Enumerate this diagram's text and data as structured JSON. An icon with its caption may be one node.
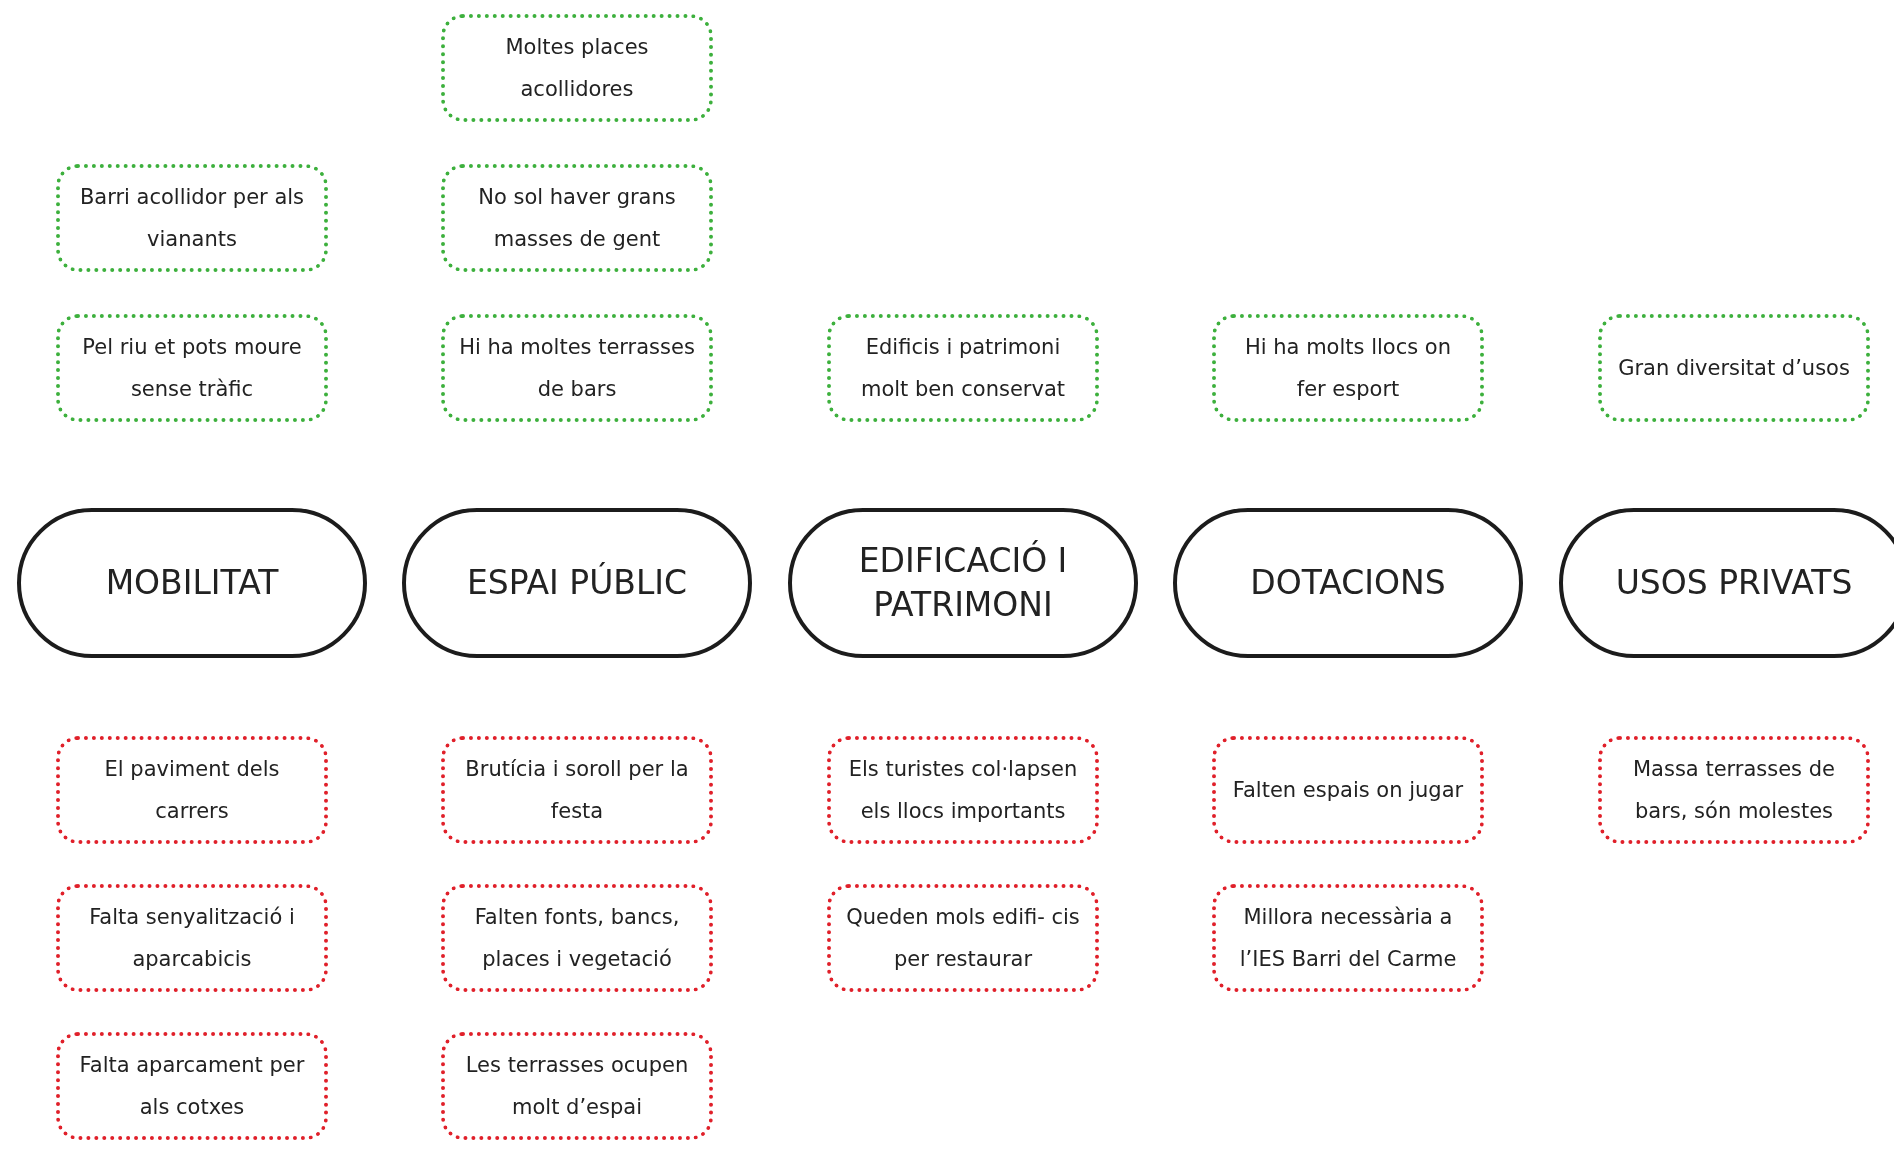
{
  "diagram": {
    "nodes": [
      {
        "text": [
          "Moltes places acollidores"
        ]
      },
      {
        "text": [
          "Barri acollidor per als vianants"
        ]
      },
      {
        "text": [
          "No sol haver grans masses de gent"
        ]
      },
      {
        "text": [
          "Pel riu et pots moure sense tràfic"
        ]
      },
      {
        "text": [
          "Hi ha moltes terrasses de bars"
        ]
      },
      {
        "text": [
          "Edificis i patrimoni molt ben conservat"
        ]
      },
      {
        "text": [
          "Hi ha molts llocs on fer esport"
        ]
      },
      {
        "text": [
          "Gran diversitat d’usos"
        ]
      },
      {
        "text": [
          "MOBILITAT"
        ]
      },
      {
        "text": [
          "ESPAI PÚBLIC"
        ]
      },
      {
        "text": [
          "EDIFICACIÓ I PATRIMONI"
        ]
      },
      {
        "text": [
          "DOTACIONS"
        ]
      },
      {
        "text": [
          "USOS PRIVATS"
        ]
      },
      {
        "text": [
          "El paviment dels carrers"
        ]
      },
      {
        "text": [
          "Brutícia i soroll per la festa"
        ]
      },
      {
        "text": [
          "Els turistes col·lapsen els llocs importants"
        ]
      },
      {
        "text": [
          "Falten espais on jugar"
        ]
      },
      {
        "text": [
          "Massa terrasses de bars, són molestes"
        ]
      },
      {
        "text": [
          "Falta senyalització i aparcabicis"
        ]
      },
      {
        "text": [
          "Falten fonts, bancs, places i vegetació"
        ]
      },
      {
        "text": [
          "Queden mols edifi- cis per restaurar"
        ]
      },
      {
        "text": [
          "Millora necessària a l’IES Barri del Carme"
        ]
      },
      {
        "text": [
          "Falta aparcament per als cotxes"
        ]
      },
      {
        "text": [
          "Les terrasses ocupen molt d’espai"
        ]
      }
    ],
    "edges": []
  }
}
